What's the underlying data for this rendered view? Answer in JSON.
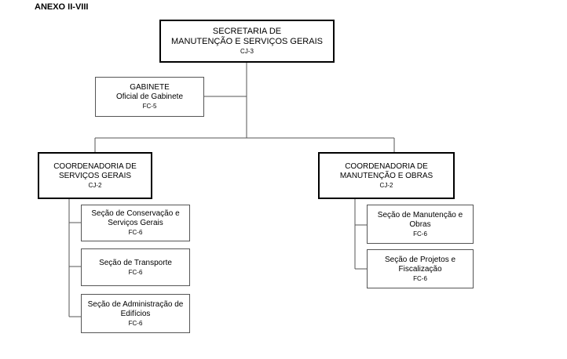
{
  "title": "ANEXO II-VIII",
  "nodes": {
    "secretaria": {
      "lines": [
        "SECRETARIA DE",
        "MANUTENÇÃO E SERVIÇOS GERAIS"
      ],
      "code": "CJ-3"
    },
    "gabinete": {
      "lines": [
        "GABINETE",
        "Oficial de Gabinete"
      ],
      "code": "FC-5"
    },
    "coord_servicos": {
      "lines": [
        "COORDENADORIA DE",
        "SERVIÇOS GERAIS"
      ],
      "code": "CJ-2"
    },
    "coord_manutencao": {
      "lines": [
        "COORDENADORIA DE",
        "MANUTENÇÃO E OBRAS"
      ],
      "code": "CJ-2"
    },
    "secao_conservacao": {
      "lines": [
        "Seção de Conservação e",
        "Serviços Gerais"
      ],
      "code": "FC-6"
    },
    "secao_transporte": {
      "lines": [
        "Seção de Transporte"
      ],
      "code": "FC-6"
    },
    "secao_edificios": {
      "lines": [
        "Seção de Administração de",
        "Edifícios"
      ],
      "code": "FC-6"
    },
    "secao_manutencao": {
      "lines": [
        "Seção de Manutenção e",
        "Obras"
      ],
      "code": "FC-6"
    },
    "secao_projetos": {
      "lines": [
        "Seção de Projetos e",
        "Fiscalização"
      ],
      "code": "FC-6"
    }
  }
}
